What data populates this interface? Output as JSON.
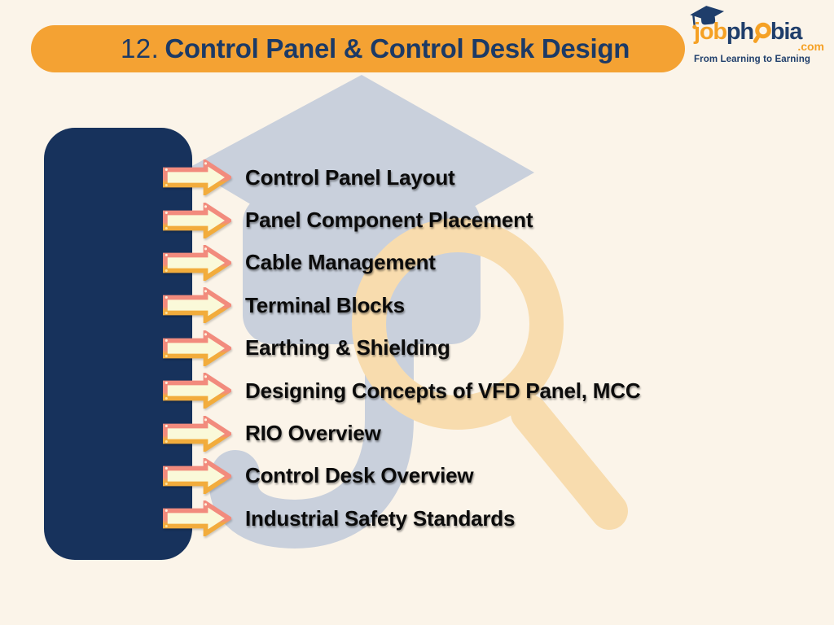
{
  "header": {
    "number": "12.",
    "title": "Control Panel & Control Desk Design"
  },
  "brand": {
    "word_part1": "job",
    "word_part2": "ph",
    "word_part3": "bia",
    "tld": ".com",
    "tagline": "From Learning to Earning"
  },
  "topics": [
    "Control Panel Layout",
    "Panel Component Placement",
    "Cable Management",
    "Terminal Blocks",
    "Earthing & Shielding",
    "Designing Concepts of VFD Panel, MCC",
    "RIO Overview",
    "Control Desk Overview",
    "Industrial Safety Standards"
  ],
  "colors": {
    "background": "#FBF4E9",
    "pill_orange": "#F4A233",
    "title_navy": "#1C3A66",
    "panel_navy": "#17325C",
    "arrow_fill": "#FAF9D9",
    "arrow_salmon": "#F28B7D",
    "arrow_gold": "#F2AC3C",
    "text_black": "#0B0B0B",
    "brand_orange": "#F5A125",
    "brand_navy": "#1F3E6B",
    "watermark_gray": "#C9D0DC",
    "watermark_orange": "#F8DCAE"
  }
}
